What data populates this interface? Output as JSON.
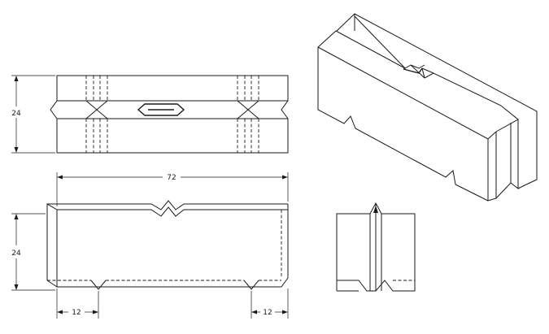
{
  "views": {
    "top_view": {
      "height_dim": "24"
    },
    "front_view": {
      "length_dim": "72",
      "height_dim": "24",
      "left_offset_dim": "12",
      "right_offset_dim": "12"
    },
    "side_view": {},
    "isometric_view": {}
  },
  "colors": {
    "line": "#1a1a1a",
    "background": "#ffffff"
  }
}
